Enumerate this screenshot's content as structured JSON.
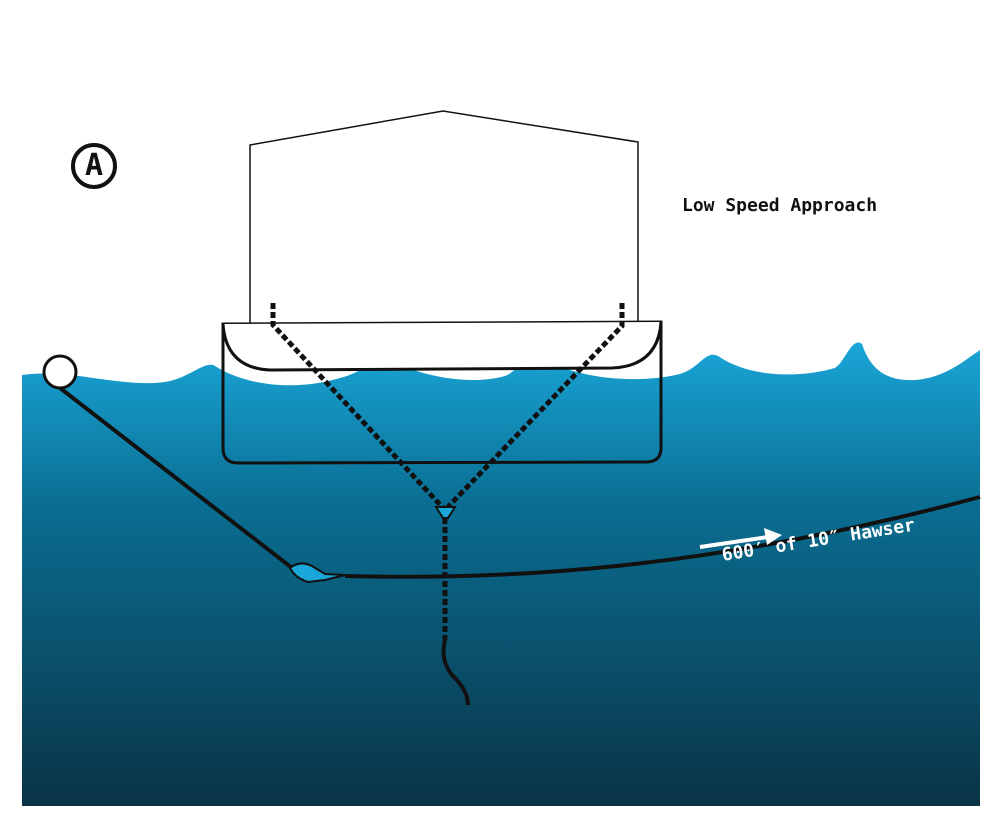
{
  "diagram": {
    "panel_letter": "A",
    "title": "Low Speed Approach",
    "hawser_label": "600′ of 10″ Hawser"
  },
  "colors": {
    "water_top": "#1aa6d8",
    "water_mid": "#0a6e92",
    "water_bottom": "#0a3346",
    "line": "#111111",
    "label_on_water": "#ffffff",
    "background": "#ffffff"
  }
}
